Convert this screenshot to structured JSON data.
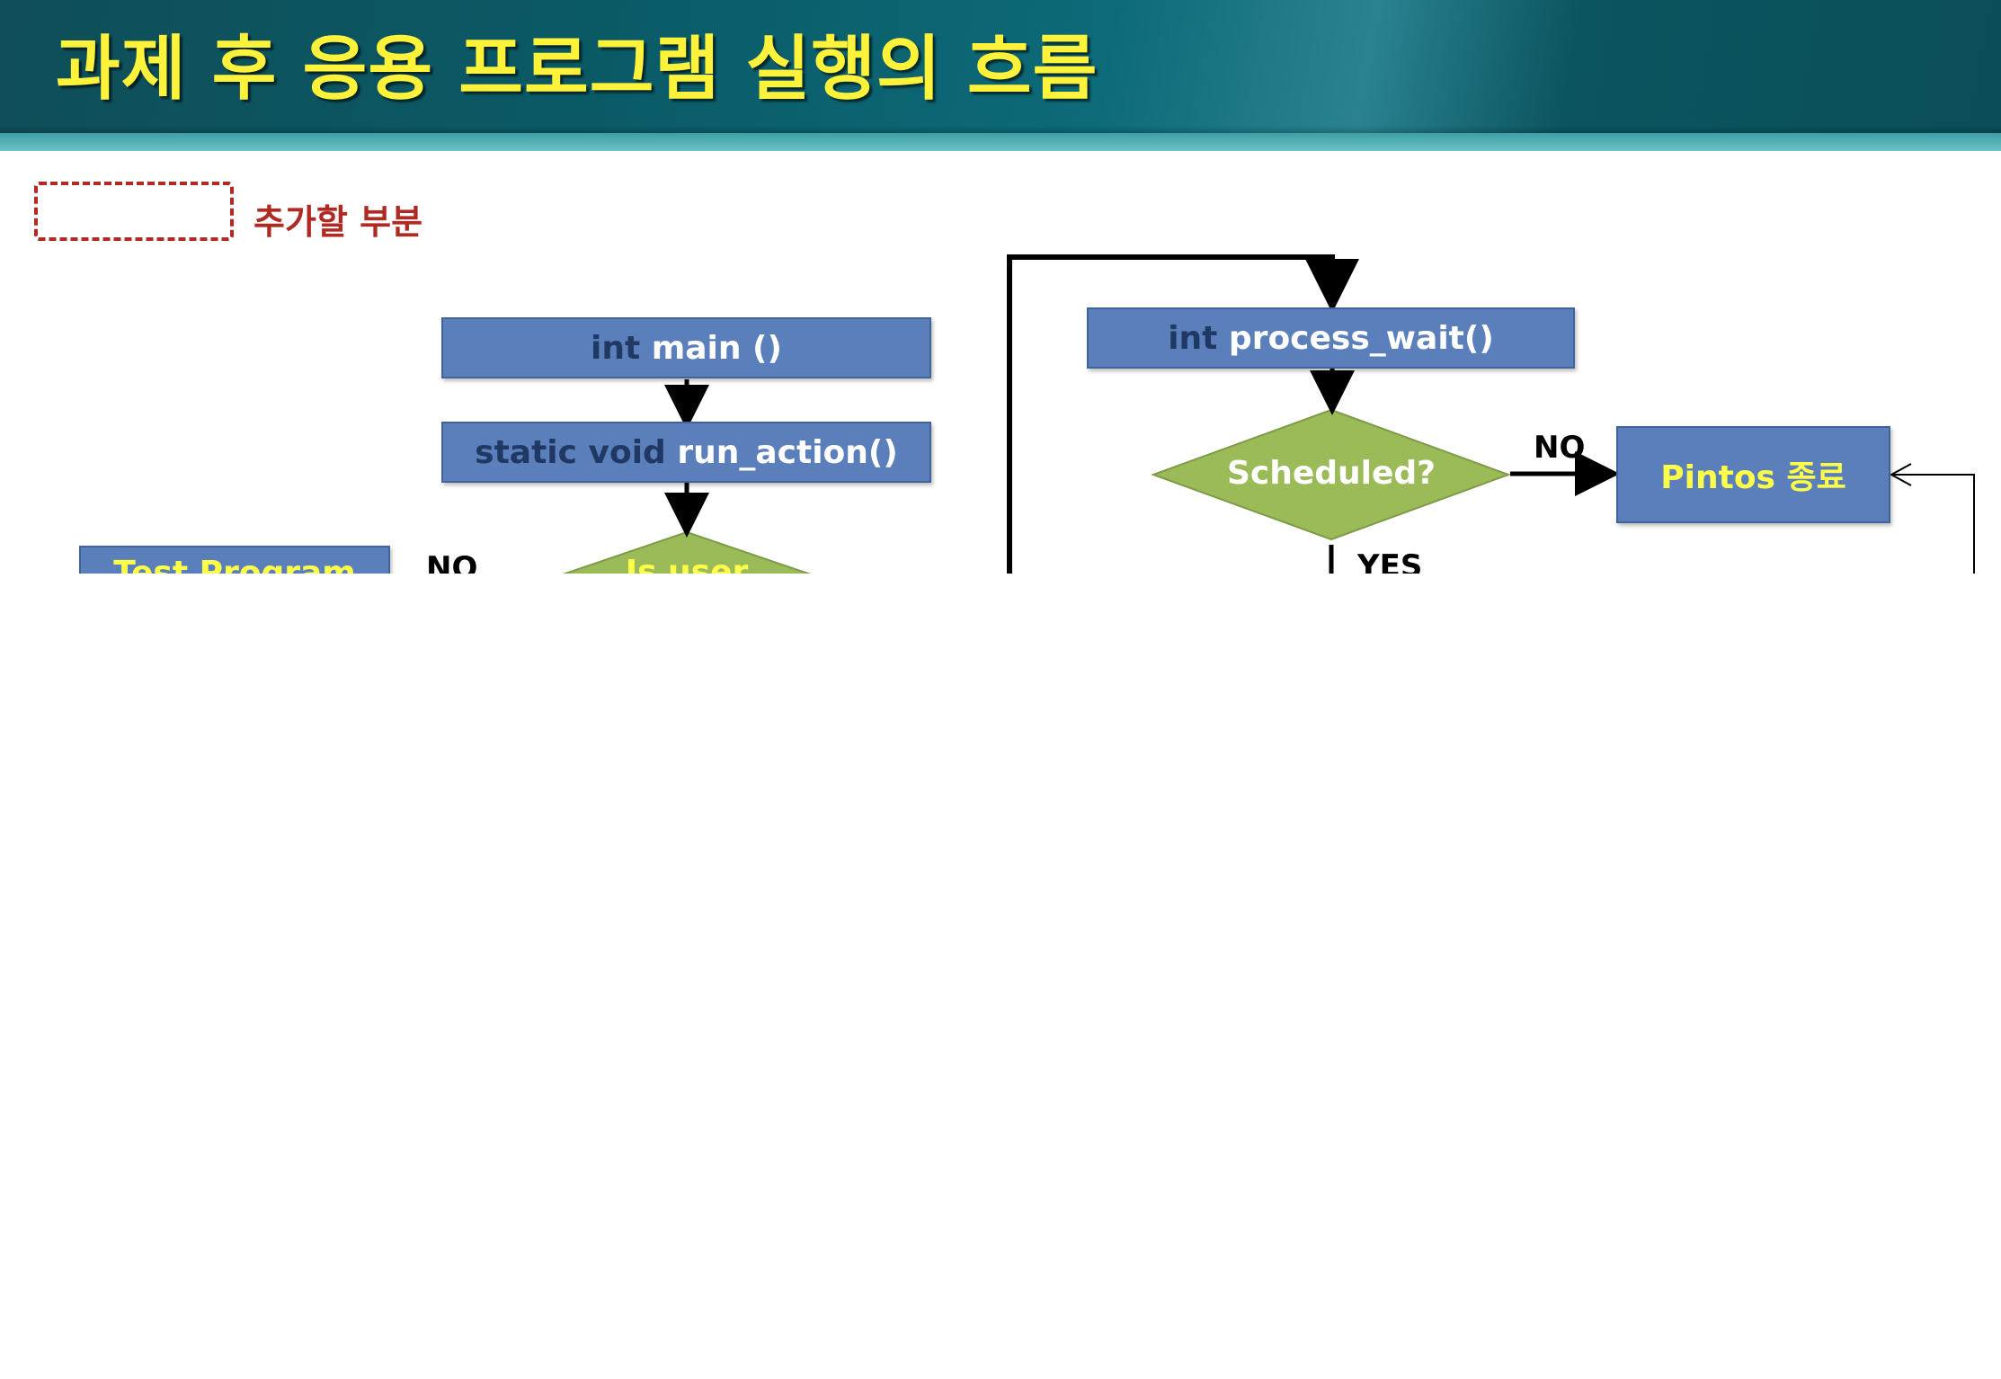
{
  "header": {
    "title": "과제 후 응용 프로그램 실행의 흐름"
  },
  "legend": {
    "label": "추가할 부분"
  },
  "nodes": {
    "main": {
      "prefix": "int ",
      "name": "main ()"
    },
    "run_action": {
      "prefix": "static void ",
      "name": "run_action()"
    },
    "process_wait": {
      "prefix": "int ",
      "name": "process_wait()"
    },
    "scheduled": {
      "label": "Scheduled?"
    },
    "pintos_exit": {
      "label": "Pintos 종료"
    },
    "test_program": {
      "label": "Test Program"
    },
    "is_user": {
      "label": "Is user"
    }
  },
  "edges": {
    "no_left": "NO",
    "no_right": "NO",
    "yes": "YES"
  },
  "colors": {
    "box_fill": "#5a7fba",
    "diamond_fill": "#9bbb59",
    "title_yellow": "#fff23a",
    "legend_red": "#b02a24"
  }
}
